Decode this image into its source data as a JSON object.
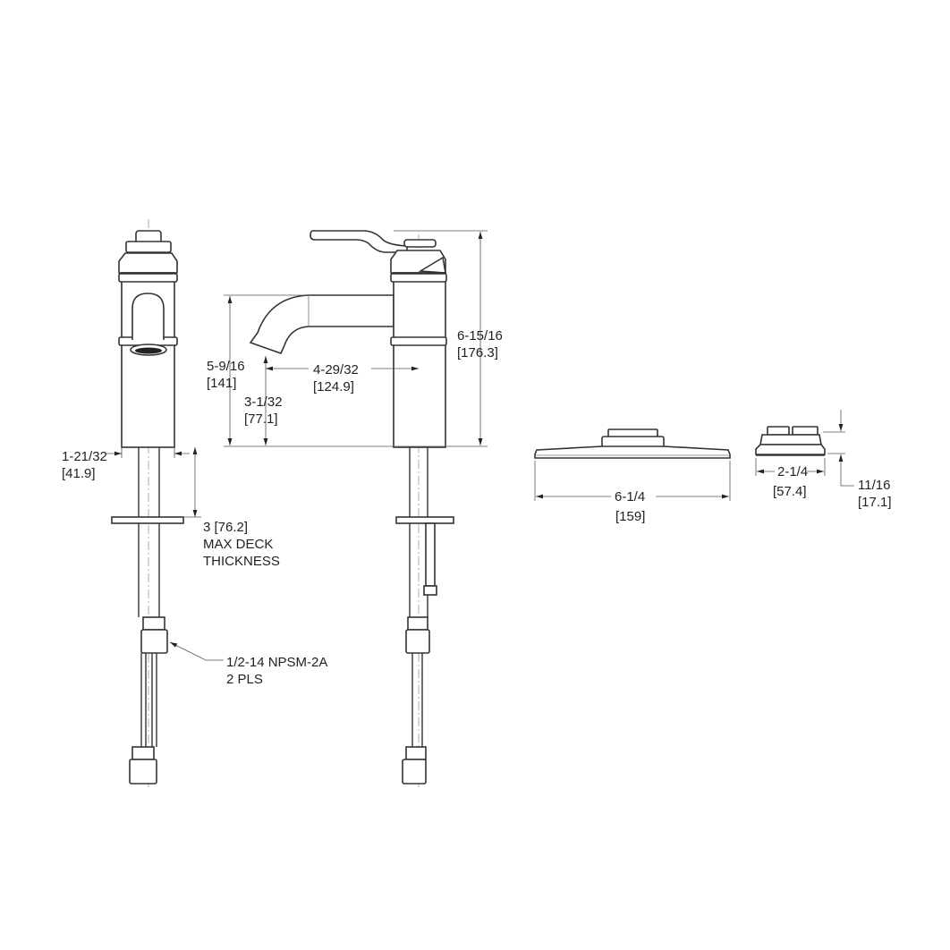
{
  "drawing": {
    "dimensions": {
      "body_width": {
        "inch": "1-21/32",
        "mm": "[41.9]"
      },
      "max_deck": {
        "line1": "3 [76.2]",
        "line2": "MAX DECK",
        "line3": "THICKNESS"
      },
      "spout_height": {
        "inch": "5-9/16",
        "mm": "[141]"
      },
      "aerator_height": {
        "inch": "3-1/32",
        "mm": "[77.1]"
      },
      "spout_reach": {
        "inch": "4-29/32",
        "mm": "[124.9]"
      },
      "overall_height": {
        "inch": "6-15/16",
        "mm": "[176.3]"
      },
      "deck_plate_width": {
        "inch": "6-1/4",
        "mm": "[159]"
      },
      "escutcheon_width": {
        "inch": "2-1/4",
        "mm": "[57.4]"
      },
      "escutcheon_height": {
        "inch": "11/16",
        "mm": "[17.1]"
      },
      "connection": {
        "line1": "1/2-14 NPSM-2A",
        "line2": "2 PLS"
      }
    }
  }
}
